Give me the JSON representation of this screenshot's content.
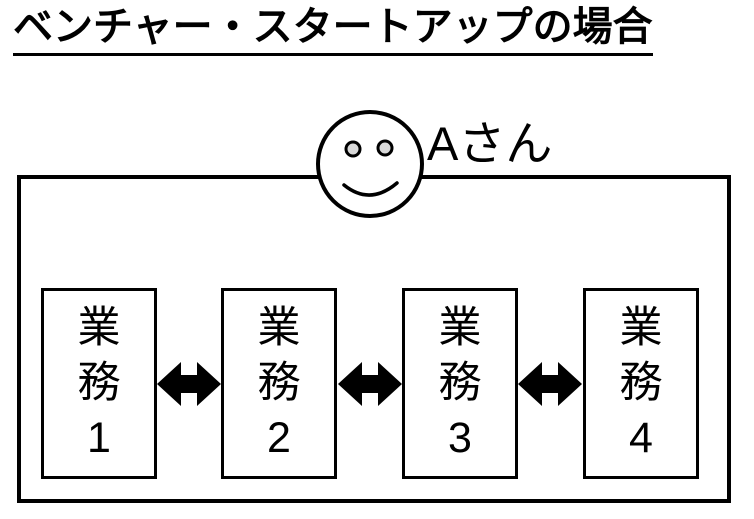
{
  "title": "ベンチャー・スタートアップの場合",
  "person": {
    "label": "Aさん",
    "icon": "smiley-face-icon"
  },
  "tasks": [
    {
      "label": "業\n務\n1"
    },
    {
      "label": "業\n務\n2"
    },
    {
      "label": "業\n務\n3"
    },
    {
      "label": "業\n務\n4"
    }
  ],
  "connectors": {
    "icon": "double-arrow-icon",
    "count": 3
  },
  "colors": {
    "foreground": "#000000",
    "background": "#ffffff",
    "eye_fill": "#d9d9d9"
  }
}
